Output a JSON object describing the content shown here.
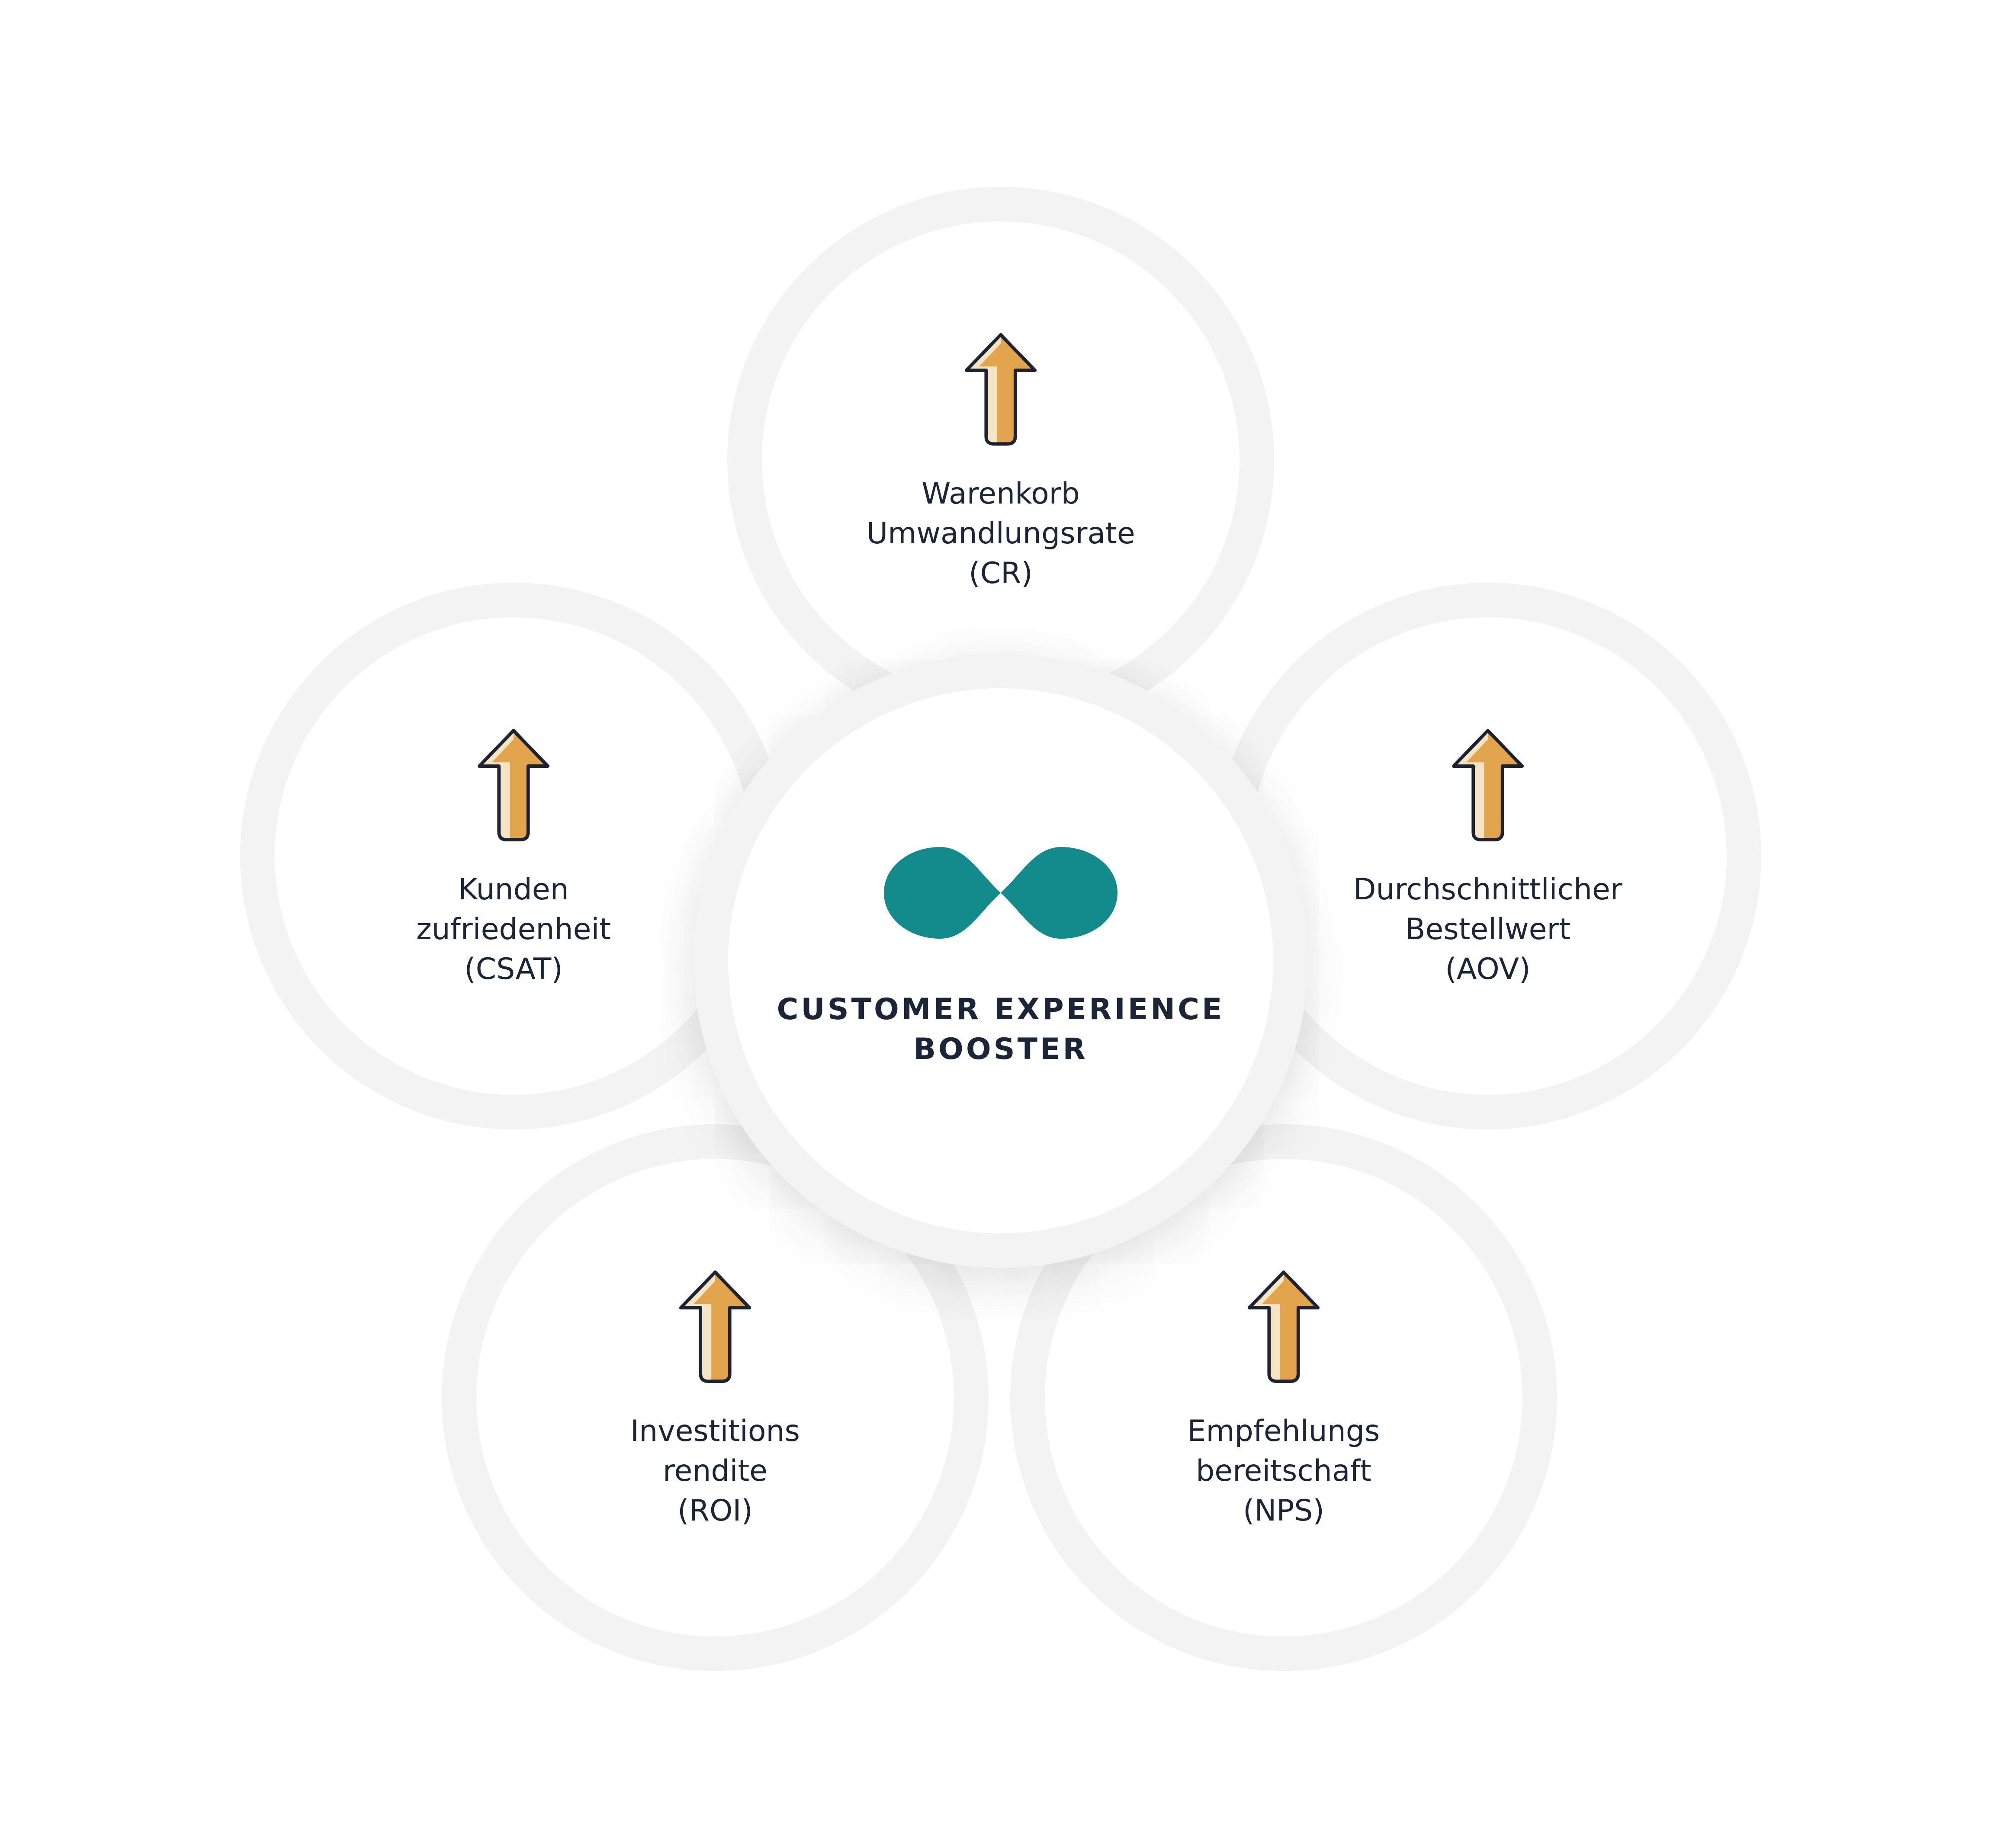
{
  "hub": {
    "title_lines": [
      "CUSTOMER EXPERIENCE",
      "BOOSTER"
    ],
    "logo_icon": "infinity-icon",
    "logo_color": "#138b8d"
  },
  "nodes": [
    {
      "id": "cr",
      "icon": "arrow-up-icon",
      "lines": [
        "Warenkorb",
        "Umwandlungsrate",
        "(CR)"
      ]
    },
    {
      "id": "csat",
      "icon": "arrow-up-icon",
      "lines": [
        "Kunden",
        "zufriedenheit",
        "(CSAT)"
      ]
    },
    {
      "id": "aov",
      "icon": "arrow-up-icon",
      "lines": [
        "Durchschnittlicher",
        "Bestellwert",
        "(AOV)"
      ]
    },
    {
      "id": "roi",
      "icon": "arrow-up-icon",
      "lines": [
        "Investitions",
        "rendite",
        "(ROI)"
      ]
    },
    {
      "id": "nps",
      "icon": "arrow-up-icon",
      "lines": [
        "Empfehlungs",
        "bereitschaft",
        "(NPS)"
      ]
    }
  ],
  "colors": {
    "ring": "#f3f3f3",
    "text": "#1a2638",
    "arrow_fill": "#e3a44e",
    "arrow_highlight": "#f6e5c4",
    "arrow_outline": "#1d2333"
  }
}
